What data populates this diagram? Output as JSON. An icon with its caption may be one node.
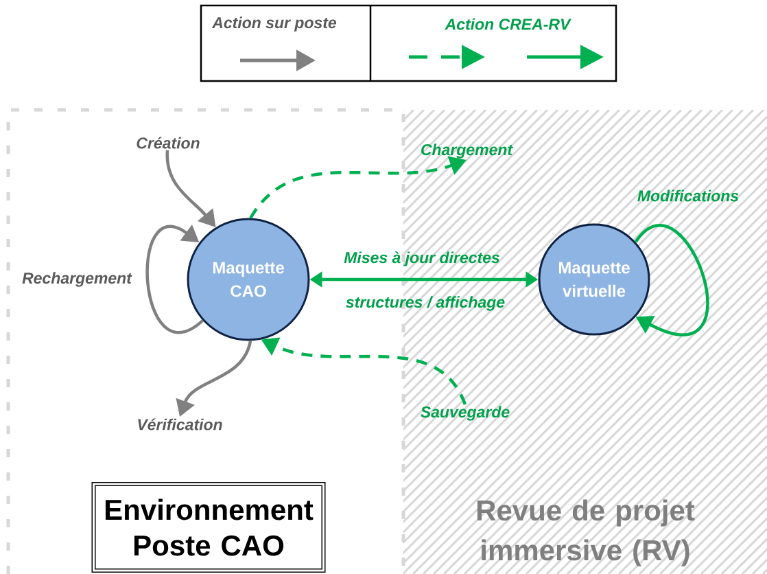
{
  "diagram": {
    "nodes": [
      {
        "text": [
          "Environnement Poste CAO"
        ]
      },
      {
        "text": [
          "Revue de projet immersive (RV)"
        ]
      },
      {
        "text": [
          "Maquette CAO"
        ]
      },
      {
        "text": [
          "Maquette virtuelle"
        ],
        "in": 1
      },
      {
        "text": [
          "Création"
        ]
      },
      {
        "text": [
          "Chargement"
        ],
        "in": 1
      },
      {
        "text": [
          "Vérification"
        ]
      },
      {
        "text": [
          "Sauvegarde"
        ],
        "in": 1
      }
    ],
    "edges": [
      {
        "from": 4,
        "to": 2,
        "arrow": "to",
        "color": "#808080"
      },
      {
        "from": 2,
        "to": 5,
        "arrow": "to",
        "style": "dashed"
      },
      {
        "from": 2,
        "to": 2,
        "arrow": "to",
        "label": "Rechargement",
        "color": "#808080"
      },
      {
        "from": 2,
        "to": 3,
        "arrow": "both",
        "label": "Mises à jour directes"
      },
      {
        "from": 2,
        "to": 6,
        "arrow": "to",
        "color": "#808080"
      },
      {
        "from": 7,
        "to": 2,
        "arrow": "to",
        "style": "dashed"
      },
      {
        "from": 3,
        "to": 3,
        "arrow": "to",
        "label": "Modifications"
      }
    ],
    "labels": [
      "structures / affichage"
    ],
    "legend": [
      {
        "text": "Action sur poste"
      },
      {
        "text": "Action CREA-RV"
      }
    ]
  }
}
